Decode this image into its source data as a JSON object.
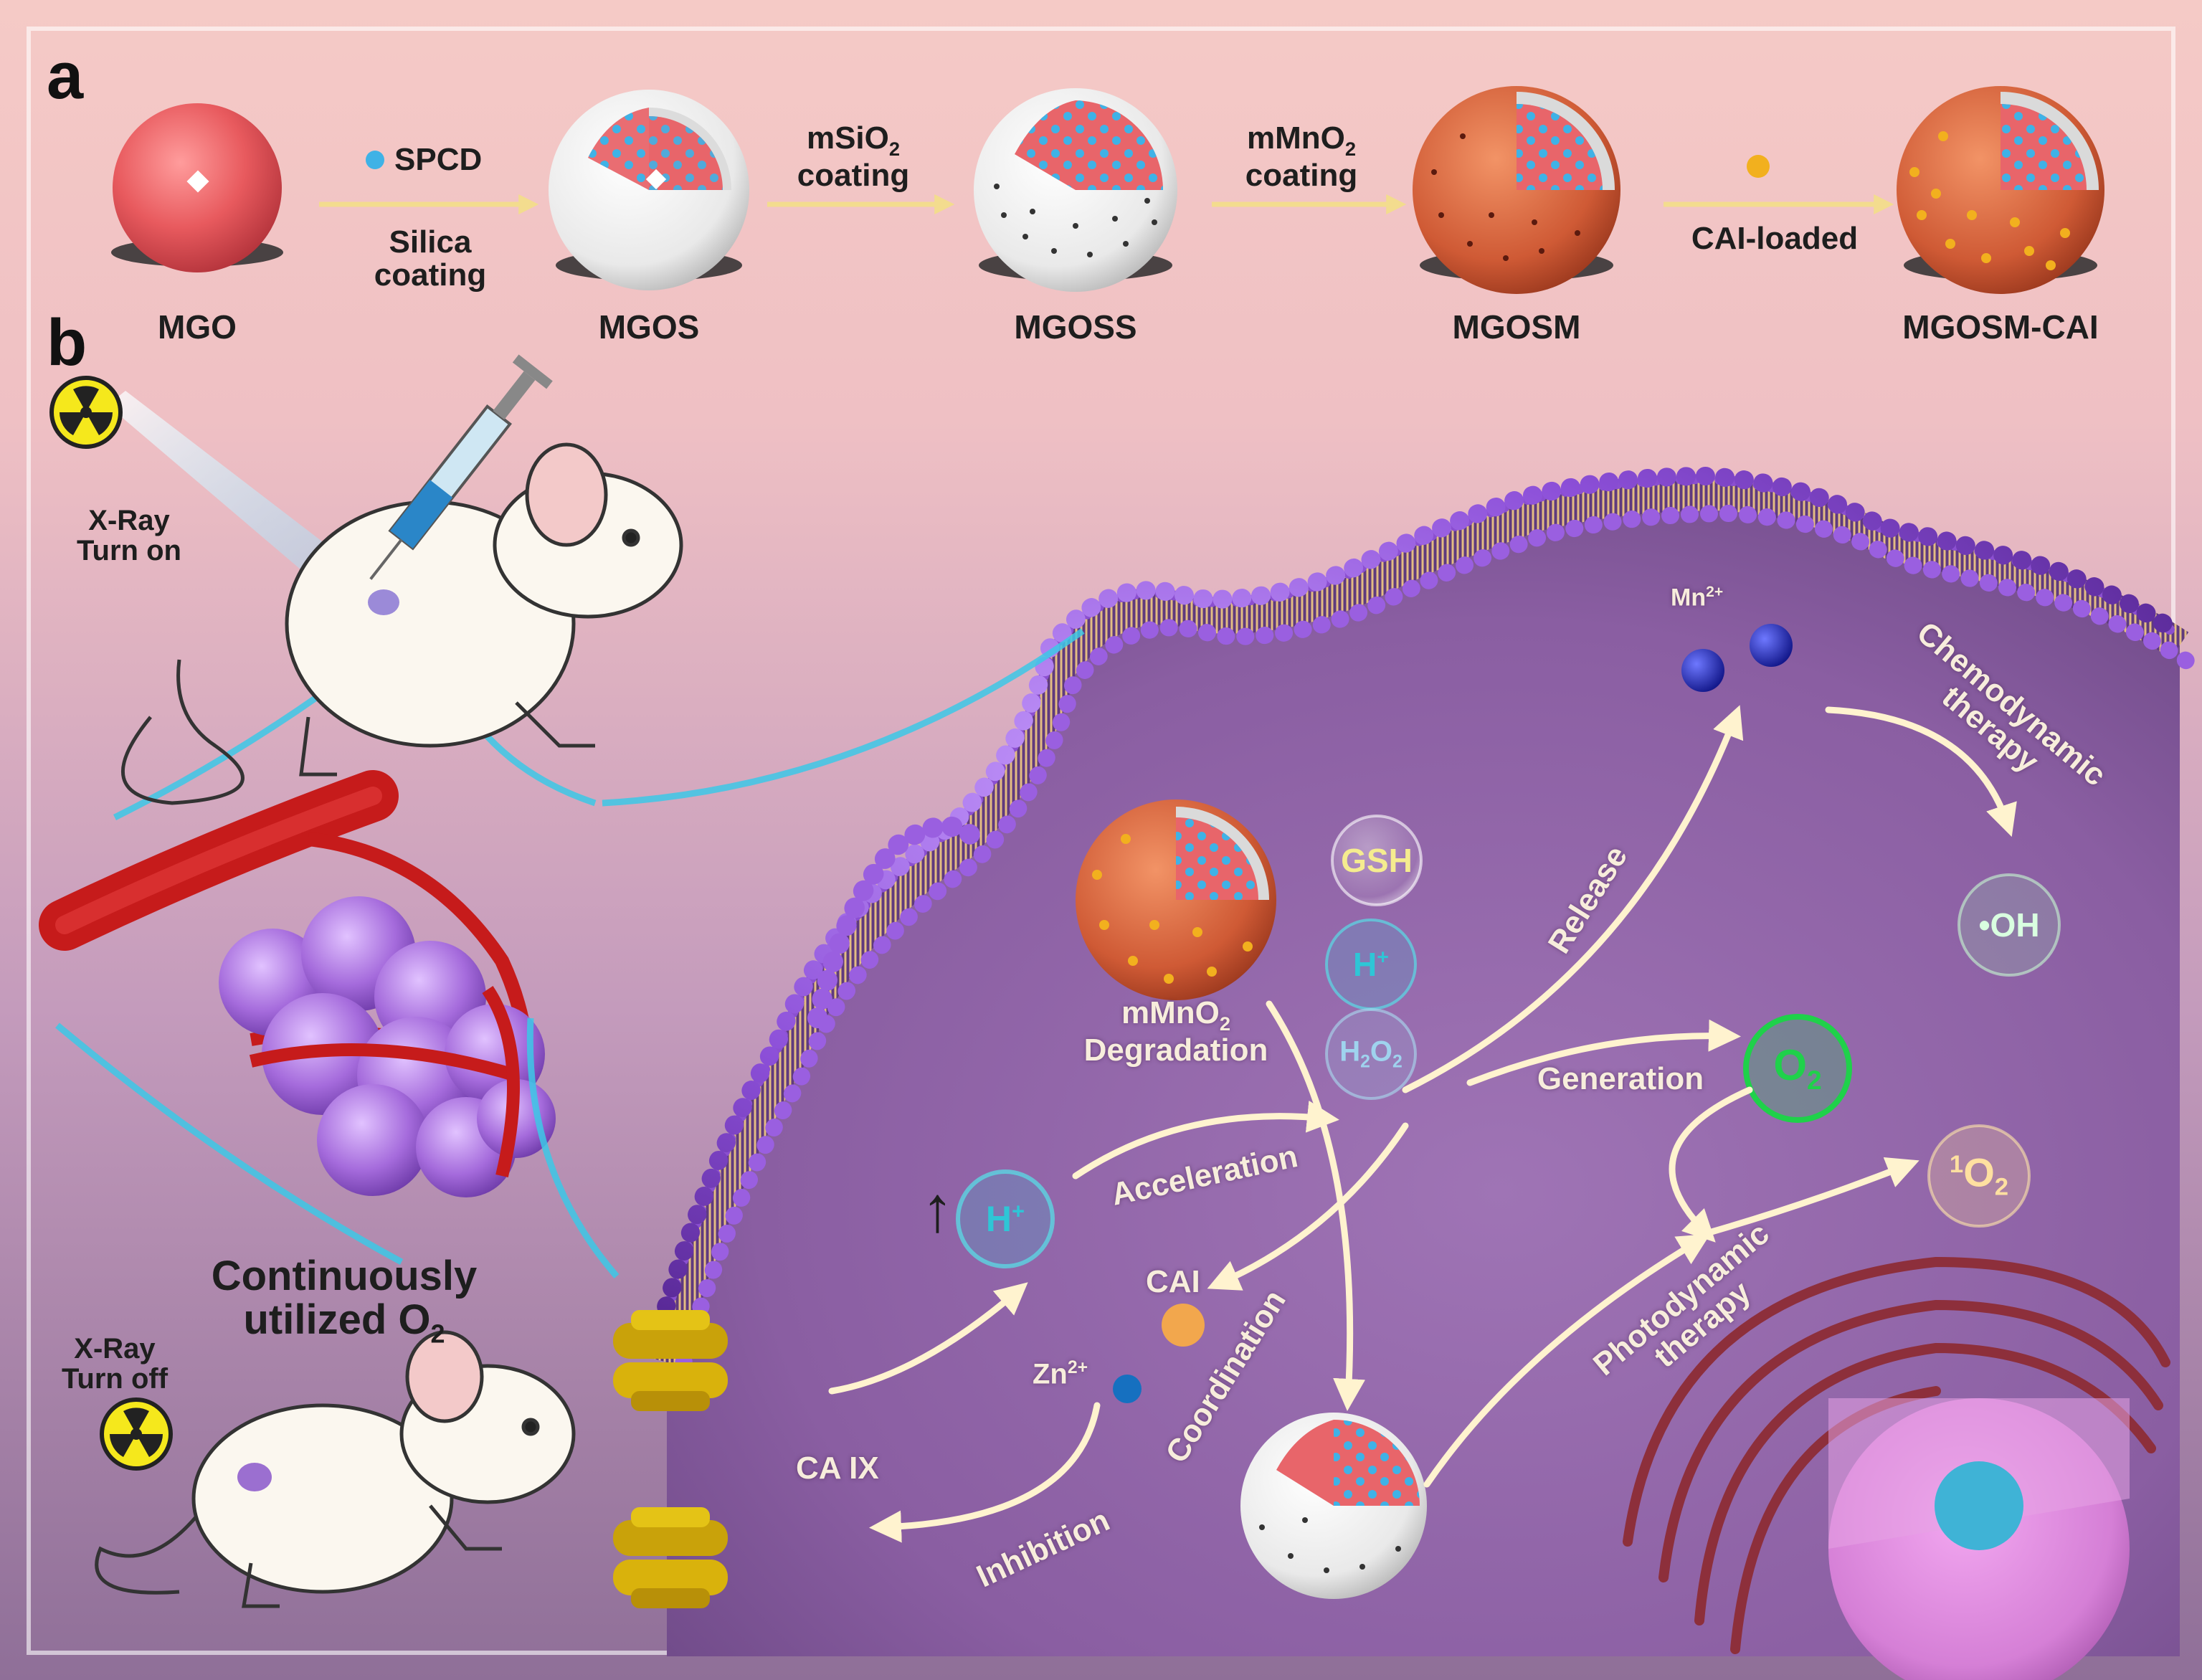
{
  "panel_a": {
    "label": "a",
    "materials": [
      "MGO",
      "MGOS",
      "MGOSS",
      "MGOSM",
      "MGOSM-CAI"
    ],
    "steps": {
      "spcd": "SPCD",
      "silica_1": "Silica",
      "silica_2": "coating",
      "msio2_1": "mSiO",
      "msio2_sub": "2",
      "msio2_2": "coating",
      "mmno2_1": "mMnO",
      "mmno2_sub": "2",
      "mmno2_2": "coating",
      "cai_loaded": "CAI-loaded"
    }
  },
  "panel_b": {
    "label": "b",
    "xray_on_1": "X-Ray",
    "xray_on_2": "Turn on",
    "xray_off_1": "X-Ray",
    "xray_off_2": "Turn off",
    "continuous_1": "Continuously",
    "continuous_2": "utilized O",
    "continuous_sub": "2",
    "ca_ix": "CA IX",
    "mn": "Mn",
    "mn_sup": "2+",
    "zn": "Zn",
    "zn_sup": "2+",
    "cai": "CAI",
    "gsh": "GSH",
    "h": "H",
    "h_sup": "+",
    "h2o2_a": "H",
    "h2o2_sub1": "2",
    "h2o2_b": "O",
    "h2o2_sub2": "2",
    "oh": "•OH",
    "o2_a": "O",
    "o2_sub": "2",
    "singlet_sup": "1",
    "singlet_a": "O",
    "singlet_sub": "2",
    "degradation_1": "mMnO",
    "degradation_sub": "2",
    "degradation_2": "Degradation",
    "arrows": {
      "release": "Release",
      "generation": "Generation",
      "acceleration": "Acceleration",
      "coordination": "Coordination",
      "inhibition": "Inhibition",
      "photodynamic_1": "Photodynamic",
      "photodynamic_2": "therapy",
      "chemodynamic_1": "Chemodynamic",
      "chemodynamic_2": "therapy"
    },
    "up_arrow": "↑"
  },
  "colors": {
    "top_band": "#f3c7c4",
    "cytoplasm": "#8f63a6",
    "membrane_bead": "#8b4fd0",
    "lipid_tail": "#d8b37a",
    "nanoparticle_core": "#e8656a",
    "manganese_shell": "#d2613f",
    "silica_shell": "#f4f4f4",
    "arrow": "#fff0c8",
    "laser": "#3cc8e6",
    "tumor": "#a36ad6",
    "vessel": "#c61b1b",
    "channel": "#d9b20c",
    "mn_ion": "#1a1fa0",
    "zn_ion": "#1670c0",
    "o2_green": "#1fd14a",
    "h_cyan": "#2ec6d6"
  },
  "icons": [
    "radiation-icon",
    "syringe-icon",
    "mouse-icon",
    "blood-vessel-icon",
    "tumor-icon",
    "nanoparticle-icon",
    "ion-channel-icon",
    "nucleus-icon",
    "endoplasmic-reticulum-icon"
  ]
}
